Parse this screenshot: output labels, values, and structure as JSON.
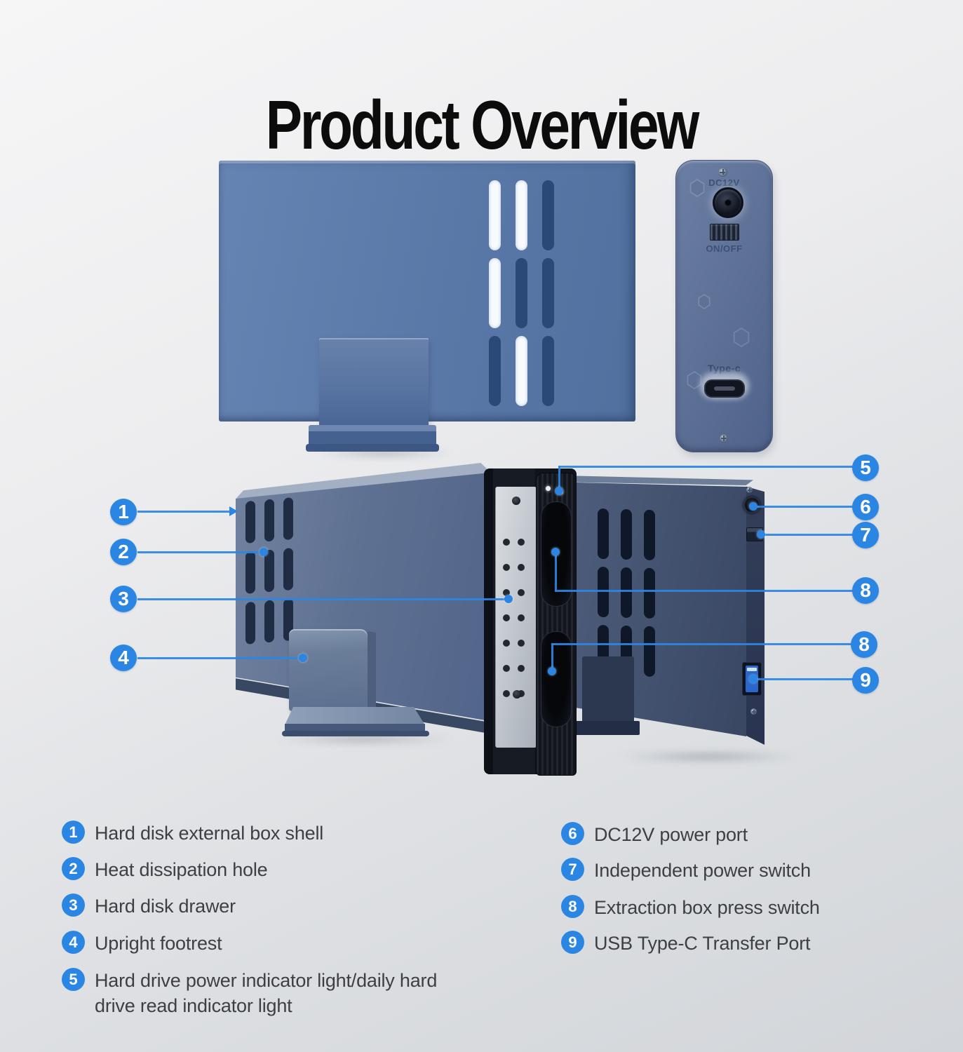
{
  "title": "Product Overview",
  "colors": {
    "accent": "#2b86e3"
  },
  "rear_panel": {
    "dc_label": "DC12V",
    "switch_label": "ON/OFF",
    "typec_label": "Type-c"
  },
  "callouts": {
    "left": [
      "1",
      "2",
      "3",
      "4"
    ],
    "right": [
      "5",
      "6",
      "7",
      "8",
      "8",
      "9"
    ]
  },
  "legend": {
    "left": [
      {
        "num": "1",
        "text": "Hard disk external box shell"
      },
      {
        "num": "2",
        "text": "Heat dissipation hole"
      },
      {
        "num": "3",
        "text": "Hard disk drawer"
      },
      {
        "num": "4",
        "text": "Upright footrest"
      },
      {
        "num": "5",
        "text": "Hard drive power indicator light/daily hard drive read indicator light"
      }
    ],
    "right": [
      {
        "num": "6",
        "text": "DC12V power port"
      },
      {
        "num": "7",
        "text": "Independent power switch"
      },
      {
        "num": "8",
        "text": "Extraction box press switch"
      },
      {
        "num": "9",
        "text": "USB Type-C Transfer Port"
      }
    ]
  }
}
